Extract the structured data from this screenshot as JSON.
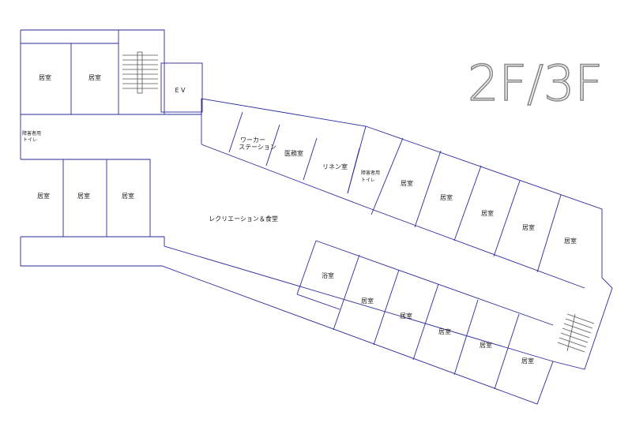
{
  "floor_label": "2F/3F",
  "rooms": {
    "room_nw1": "居室",
    "room_nw2": "居室",
    "ev": "E V",
    "accessible_toilet_west_l1": "障害者用",
    "accessible_toilet_west_l2": "トイレ",
    "room_w1": "居室",
    "room_w2": "居室",
    "room_w3": "居室",
    "worker_station_l1": "ワーカー",
    "worker_station_l2": "ステーション",
    "medical_office": "医務室",
    "linen_room": "リネン室",
    "accessible_toilet_east_l1": "障害者用",
    "accessible_toilet_east_l2": "トイレ",
    "room_ne1": "居室",
    "room_ne2": "居室",
    "room_ne3": "居室",
    "room_ne4": "居室",
    "room_ne5": "居室",
    "recreation_dining": "レクリエーション＆食堂",
    "bath": "浴室",
    "room_se1": "居室",
    "room_se2": "居室",
    "room_se3": "居室",
    "room_se4": "居室",
    "room_se5": "居室"
  }
}
